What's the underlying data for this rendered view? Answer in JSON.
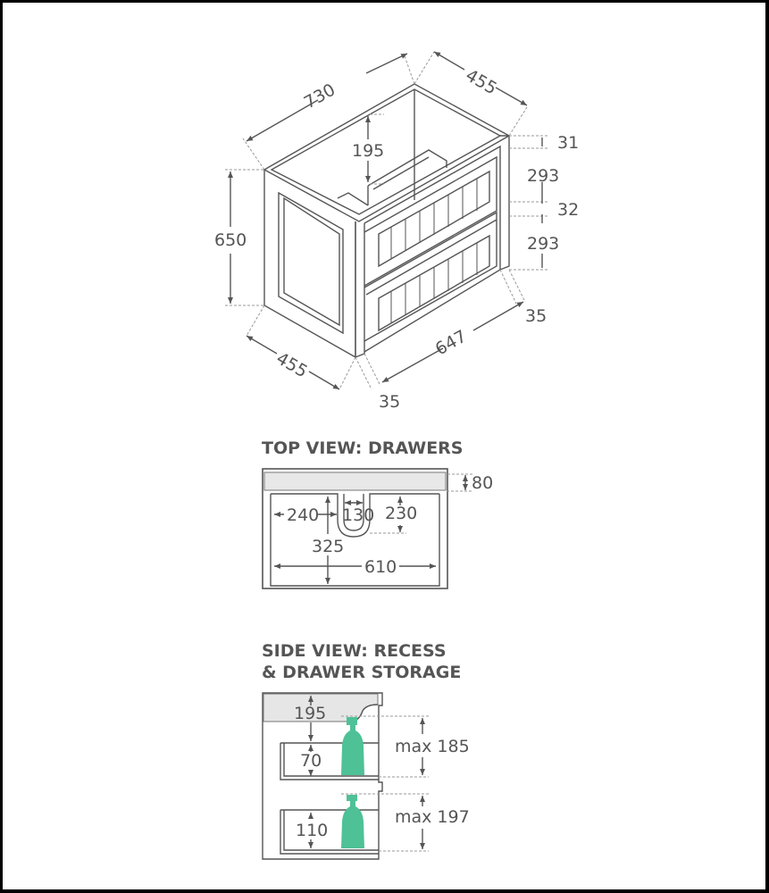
{
  "diagram": {
    "iso_view": {
      "width_top": "730",
      "depth_top": "455",
      "recess_depth": "195",
      "height": "650",
      "depth_bottom": "455",
      "front_width": "647",
      "side_thickness_left": "35",
      "side_thickness_right": "35",
      "top_rail": "31",
      "drawer_front_1": "293",
      "mid_rail": "32",
      "drawer_front_2": "293"
    },
    "top_view": {
      "title": "TOP VIEW: DRAWERS",
      "rail_depth": "80",
      "left_offset": "240",
      "cutout_width": "130",
      "cutout_depth": "230",
      "drawer_depth": "325",
      "drawer_width": "610"
    },
    "side_view": {
      "title_line1": "SIDE VIEW: RECESS",
      "title_line2": "& DRAWER STORAGE",
      "recess_height": "195",
      "top_drawer_height": "70",
      "top_drawer_max": "max 185",
      "bottom_drawer_height": "110",
      "bottom_drawer_max": "max 197"
    },
    "colors": {
      "line": "#555555",
      "bottle": "#4fc196",
      "shade": "#e6e6e6",
      "frame": "#000000"
    }
  }
}
